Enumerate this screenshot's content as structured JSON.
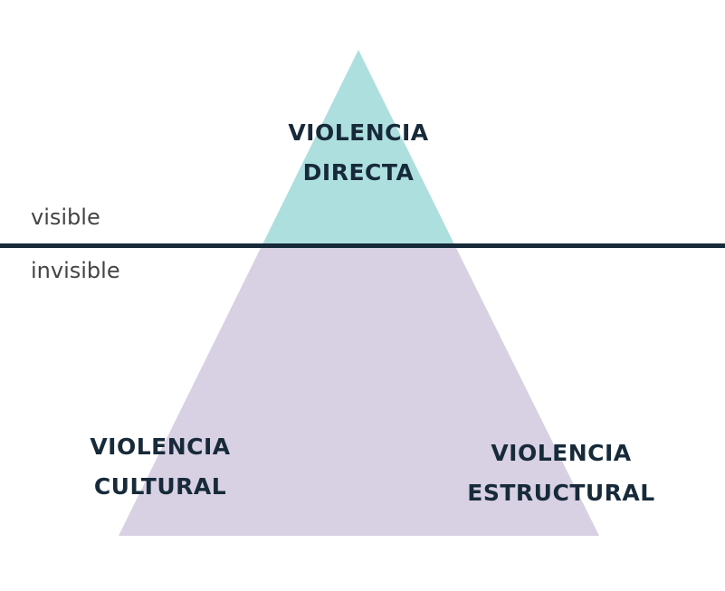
{
  "labels": {
    "directa": [
      "VIOLENCIA",
      "DIRECTA"
    ],
    "cultural": [
      "VIOLENCIA",
      "CULTURAL"
    ],
    "estructural": [
      "VIOLENCIA",
      "ESTRUCTURAL"
    ],
    "visible": "visible",
    "invisible": "invisible"
  },
  "colors": {
    "visible_region": "#aedfdf",
    "invisible_region": "#d8d0e3",
    "divider": "#172a3a",
    "label_text": "#172a3a"
  }
}
